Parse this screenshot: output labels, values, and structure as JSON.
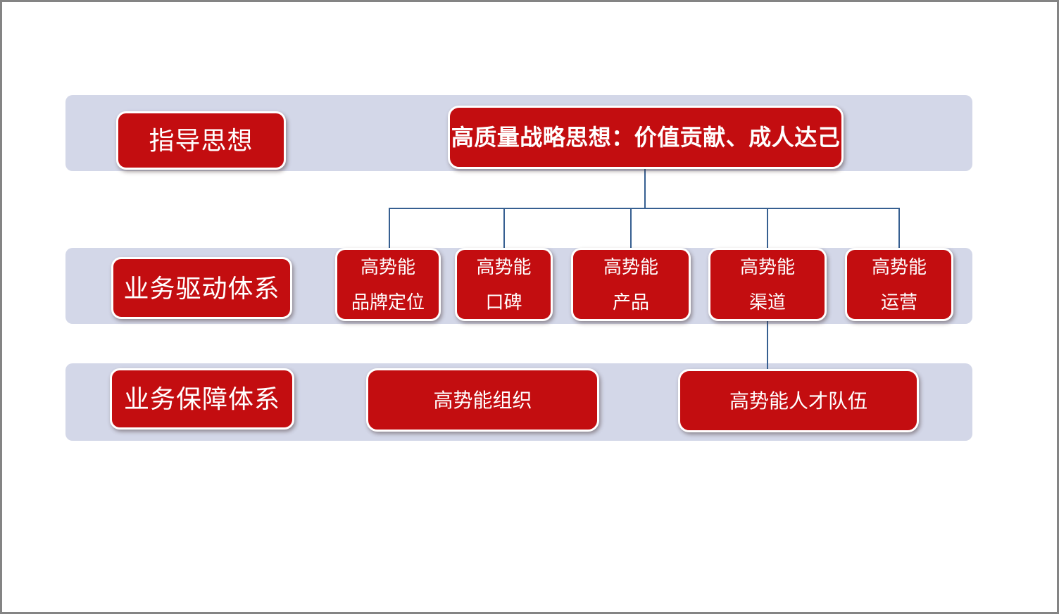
{
  "diagram": {
    "rows": [
      {
        "label": "指导思想",
        "items": [
          {
            "text": "高质量战略思想：价值贡献、成人达己"
          }
        ]
      },
      {
        "label": "业务驱动体系",
        "items": [
          {
            "line1": "高势能",
            "line2": "品牌定位"
          },
          {
            "line1": "高势能",
            "line2": "口碑"
          },
          {
            "line1": "高势能",
            "line2": "产品"
          },
          {
            "line1": "高势能",
            "line2": "渠道"
          },
          {
            "line1": "高势能",
            "line2": "运营"
          }
        ]
      },
      {
        "label": "业务保障体系",
        "items": [
          {
            "text": "高势能组织"
          },
          {
            "text": "高势能人才队伍"
          }
        ]
      }
    ]
  },
  "colors": {
    "band_background": "#d3d7e8",
    "box_red": "#c30d10",
    "box_text": "#ffffff",
    "connector_blue": "#365f91",
    "frame_border": "#848484"
  }
}
